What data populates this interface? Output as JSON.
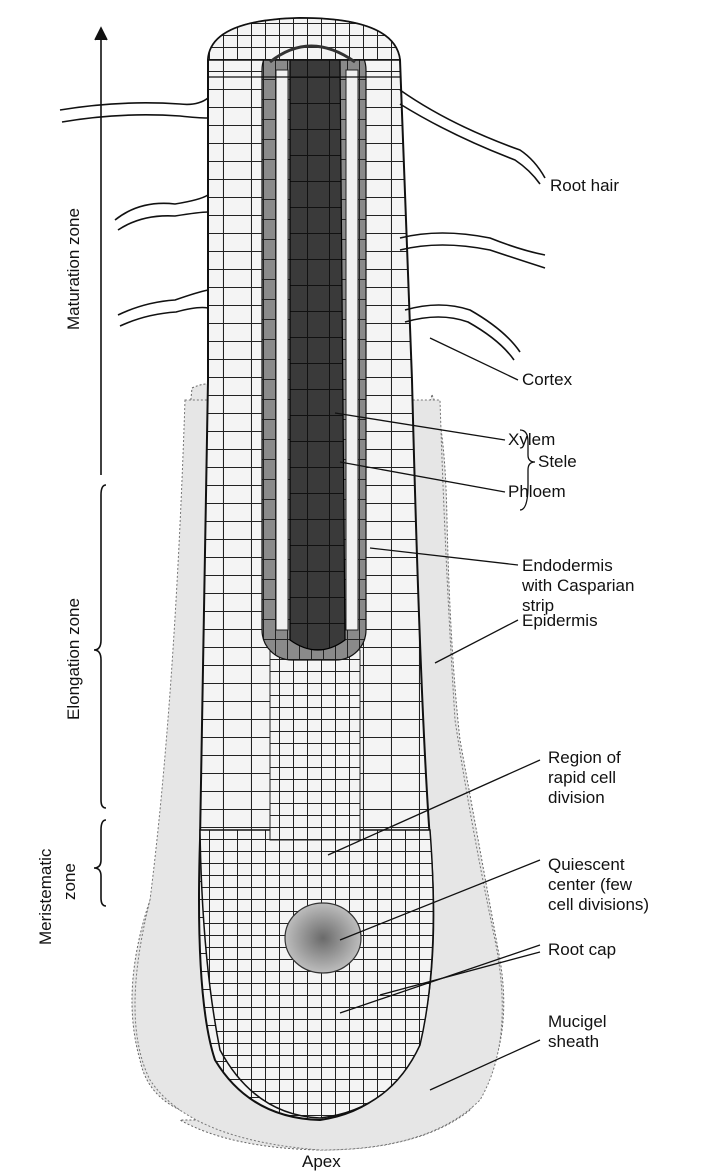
{
  "labels": {
    "root_hair": "Root hair",
    "cortex": "Cortex",
    "xylem": "Xylem",
    "phloem": "Phloem",
    "stele": "Stele",
    "endodermis": "Endodermis\nwith Casparian\nstrip",
    "epidermis": "Epidermis",
    "rapid_division": "Region of\nrapid cell\ndivision",
    "quiescent": "Quiescent\ncenter (few\ncell divisions)",
    "root_cap": "Root cap",
    "mucigel": "Mucigel\nsheath",
    "apex": "Apex"
  },
  "zones": {
    "maturation": "Maturation zone",
    "elongation": "Elongation zone",
    "meristematic_line1": "Meristematic",
    "meristematic_line2": "zone"
  },
  "colors": {
    "stele_dark": "#3a3a3a",
    "pericycle": "#8a8a8a",
    "cells_light": "#f4f4f4",
    "mucigel": "#e6e6e6",
    "line": "#1a1a1a"
  }
}
